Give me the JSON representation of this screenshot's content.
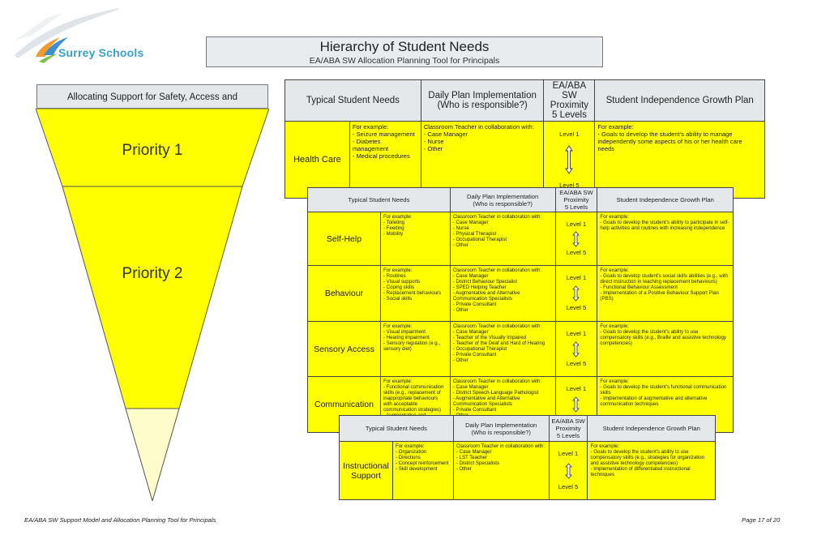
{
  "logo": {
    "text": "Surrey Schools"
  },
  "title": {
    "main": "Hierarchy of Student Needs",
    "sub": "EA/ABA SW Allocation Planning Tool for Principals"
  },
  "pyramid": {
    "header": "Allocating Support for Safety, Access and Independence",
    "priority1": "Priority 1",
    "priority2": "Priority 2",
    "colors": {
      "yellow": "#ffff00",
      "pale_yellow": "#fffccc"
    }
  },
  "headers": {
    "typical": "Typical Student Needs",
    "daily": "Daily Plan Implementation\n(Who is responsible?)",
    "proximity": "EA/ABA SW\nProximity\n5 Levels",
    "growth": "Student Independence Growth Plan"
  },
  "levels": {
    "top": "Level 1",
    "bottom": "Level 5"
  },
  "table1": [
    {
      "need": "Health Care",
      "examples": "For example:\n- Seizure management\n- Diabetes\n  management\n- Medical procedures",
      "daily": "Classroom Teacher in collaboration with:\n- Case Manager\n- Nurse\n- Other",
      "growth": "For example:\n- Goals to develop the student's ability to manage\n  independently some aspects of his or her health care\n  needs"
    }
  ],
  "table2": [
    {
      "need": "Self-Help",
      "examples": "For example:\n- Toileting\n- Feeding\n- Mobility",
      "daily": "Classroom Teacher in collaboration with:\n- Case Manager\n- Nurse\n- Physical Therapist\n- Occupational Therapist\n- Other",
      "growth": "For example:\n- Goals to develop the student's ability to participate in self-\n  help activities and routines with increasing independence"
    },
    {
      "need": "Behaviour",
      "examples": "For example:\n- Routines\n- Visual supports\n- Coping skills\n- Replacement behaviours\n- Social skills",
      "daily": "Classroom Teacher in collaboration with:\n- Case Manager\n- District Behaviour Specialist\n- SPED Helping Teacher\n- Augmentative and Alternative\n  Communication Specialists\n- Private Consultant\n- Other",
      "growth": "For example:\n- Goals to develop student's social skills abilities (e.g., with\n  direct instruction in teaching replacement behaviours)\n- Functional Behaviour Assessment\n- Implementation of a Positive Behaviour Support Plan\n  (PBS)"
    },
    {
      "need": "Sensory Access",
      "examples": "For example:\n- Visual impairment\n- Hearing impairment\n- Sensory regulation (e.g.,\n  sensory diet)",
      "daily": "Classroom Teacher in collaboration with:\n- Case Manager\n- Teacher of the Visually Impaired\n- Teacher of the Deaf and Hard of Hearing\n- Occupational Therapist\n- Private Consultant\n- Other",
      "growth": "For example:\n- Goals to develop the student's ability to use\n  compensatory skills (e.g., Braille and assistive technology\n  competencies)"
    },
    {
      "need": "Communication",
      "examples": "For example:\n- Functional communication\n  skills (e.g., replacement of\n  inappropriate behaviours\n  with acceptable\n  communication strategies)\n- Augmentative and\n  alternative communication",
      "daily": "Classroom Teacher in collaboration with:\n- Case Manager\n- District Speech-Language Pathologist\n- Augmentative and Alternative\n  Communication Specialists\n- Private Consultant\n- Other",
      "growth": "For example:\n- Goals to develop the student's functional communication\n  skills\n- Implementation of augmentative and alternative\n  communication techniques"
    }
  ],
  "table3": [
    {
      "need": "Instructional\nSupport",
      "examples": "For example:\n- Organization\n- Directions\n- Concept reinforcement\n- Skill development",
      "daily": "Classroom Teacher in collaboration with:\n- Case Manager\n- LST Teacher\n- District Specialists\n- Other",
      "growth": "For example:\n- Goals to develop the student's ability to use\n  compensatory skills (e.g., strategies for organization\n  and assistive technology competencies)\n- Implementation of differentiated instructional\n  techniques"
    }
  ],
  "footer": {
    "left": "EA/ABA SW Support Model and Allocation Planning Tool for Principals",
    "right": "Page 17 of 20"
  }
}
